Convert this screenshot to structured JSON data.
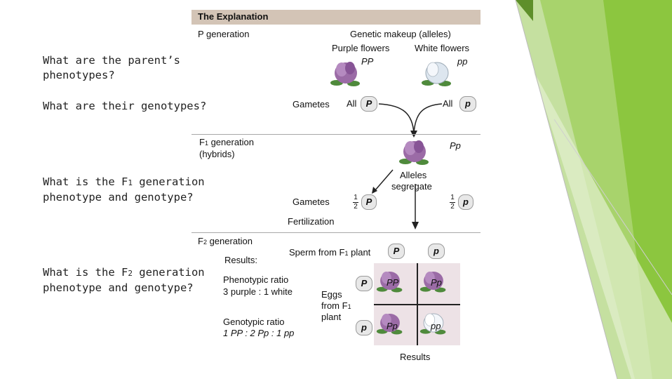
{
  "questions": {
    "q1": "What are the parent’s\nphenotypes?",
    "q2": "What are their genotypes?",
    "q3a": "What is the F",
    "q3sub": "1",
    "q3b": " generation\nphenotype and genotype?",
    "q4a": "What is the F",
    "q4sub": "2",
    "q4b": " generation\nphenotype and genotype?"
  },
  "figure": {
    "header": "The Explanation",
    "p_generation": "P generation",
    "genetic_makeup": "Genetic makeup (alleles)",
    "purple_flowers": "Purple flowers",
    "white_flowers": "White flowers",
    "pp_upper": "PP",
    "pp_lower": "pp",
    "gametes": "Gametes",
    "all": "All",
    "allele_P": "P",
    "allele_p": "p",
    "f1_generation": "F",
    "f1_sub": "1",
    "f1_generation_tail": " generation",
    "hybrids": "(hybrids)",
    "Pp": "Pp",
    "alleles_segregate_1": "Alleles",
    "alleles_segregate_2": "segregate",
    "half_num": "1",
    "half_den": "2",
    "fertilization": "Fertilization",
    "f2_generation": "F",
    "f2_sub": "2",
    "f2_generation_tail": " generation",
    "results_label": "Results:",
    "phenotypic_ratio": "Phenotypic ratio",
    "phenotypic_value": "3 purple : 1 white",
    "genotypic_ratio": "Genotypic ratio",
    "genotypic_value": "1 PP  :  2 Pp  :  1 pp",
    "sperm_from": "Sperm from F",
    "sperm_sub": "1",
    "sperm_tail": " plant",
    "eggs_1": "Eggs",
    "eggs_2": "from F",
    "eggs_sub": "1",
    "eggs_3": "plant",
    "cell_PP": "PP",
    "cell_Pp_1": "Pp",
    "cell_Pp_2": "Pp",
    "cell_pp": "pp",
    "results": "Results"
  },
  "colors": {
    "header_bg": "#d3c4b6",
    "purple_flower": "#9b6ba6",
    "white_flower": "#dde6ef",
    "green_accent": "#8cc63f"
  }
}
